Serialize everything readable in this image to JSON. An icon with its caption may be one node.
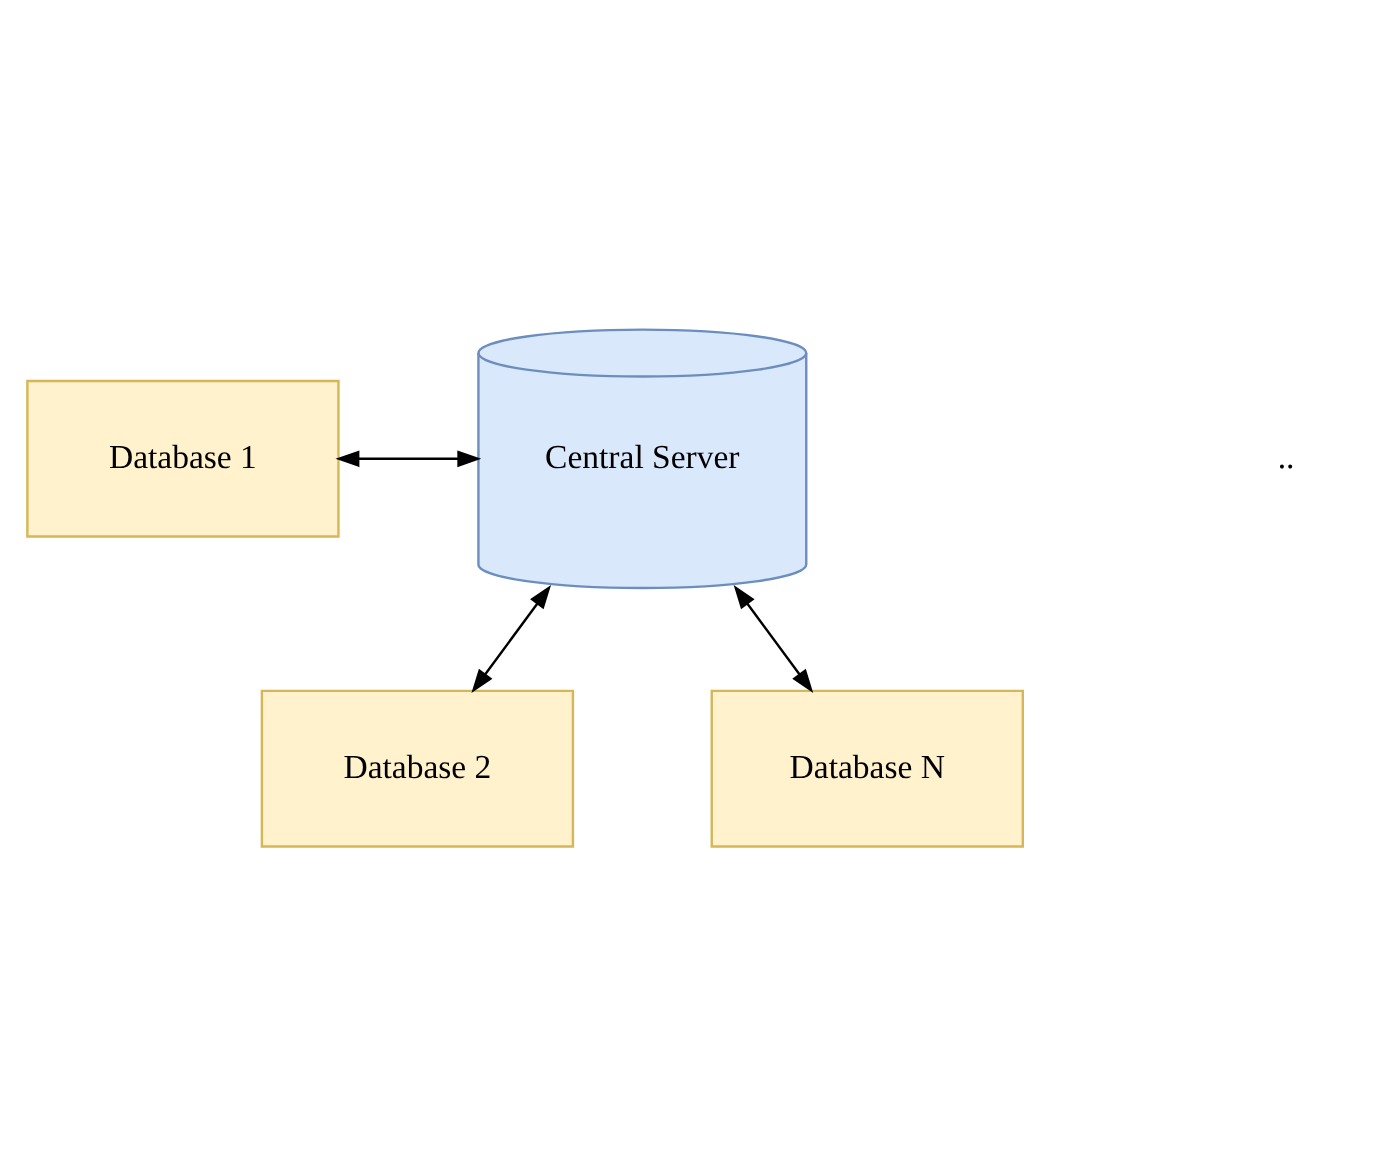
{
  "diagram": {
    "nodes": [
      {
        "text": [
          "Database 2"
        ]
      },
      {
        "text": [
          "Database 1"
        ]
      },
      {
        "text": [
          "Central Server"
        ]
      },
      {
        "text": [
          "Database N"
        ]
      }
    ],
    "edges": [
      {
        "from": 2,
        "to": 0,
        "arrow": "both"
      },
      {
        "from": 1,
        "to": 2,
        "arrow": "both"
      },
      {
        "from": 2,
        "to": 3,
        "arrow": "both"
      }
    ],
    "labels": [
      ".."
    ]
  }
}
